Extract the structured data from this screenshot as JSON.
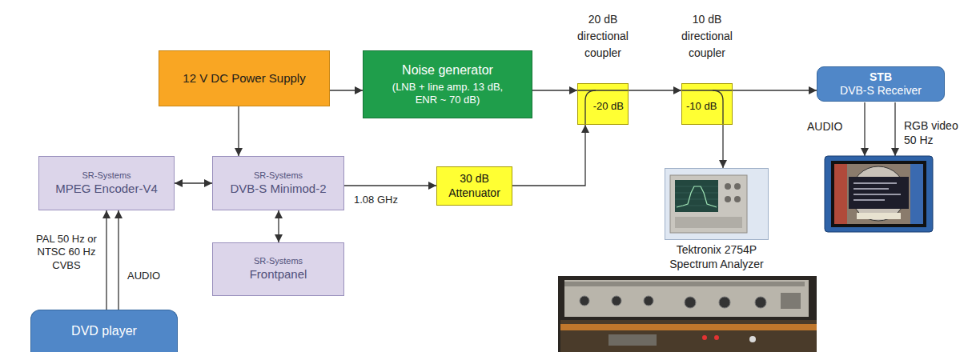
{
  "diagram": {
    "nodes": [
      {
        "text": [
          "12 V DC Power Supply"
        ]
      },
      {
        "text": [
          "Noise generator",
          "(LNB + line amp. 13 dB, ENR ~ 70 dB)"
        ]
      },
      {
        "text": [
          "20 dB directional coupler",
          "-20 dB"
        ]
      },
      {
        "text": [
          "10 dB directional coupler",
          "-10 dB"
        ]
      },
      {
        "text": [
          "STB",
          "DVB-S Receiver"
        ]
      },
      {
        "text": [
          "SR-Systems",
          "MPEG Encoder-V4"
        ]
      },
      {
        "text": [
          "SR-Systems",
          "DVB-S Minimod-2"
        ]
      },
      {
        "text": [
          "30 dB Attenuator"
        ]
      },
      {
        "text": [
          "Tektronix 2754P Spectrum Analyzer"
        ]
      },
      {
        "text": [
          "SR-Systems",
          "Frontpanel"
        ]
      },
      {
        "text": [
          "DVD player"
        ]
      }
    ],
    "edges": [
      {
        "from": 0,
        "to": 1,
        "arrow": "to"
      },
      {
        "from": 0,
        "to": 6,
        "arrow": "to"
      },
      {
        "from": 1,
        "to": 2,
        "arrow": "to"
      },
      {
        "from": 2,
        "to": 3,
        "arrow": "to"
      },
      {
        "from": 3,
        "to": 4,
        "arrow": "to"
      },
      {
        "from": 5,
        "to": 6,
        "arrow": "both"
      },
      {
        "from": 6,
        "to": 9,
        "arrow": "both"
      },
      {
        "from": 6,
        "to": 7,
        "label": "1.08 GHz",
        "arrow": "to"
      },
      {
        "from": 7,
        "to": 2,
        "arrow": "to"
      },
      {
        "from": 3,
        "to": 8,
        "arrow": "to"
      },
      {
        "from": 10,
        "to": 5,
        "label": "PAL 50 Hz or NTSC 60 Hz CVBS",
        "arrow": "to"
      },
      {
        "from": 10,
        "to": 5,
        "label": "AUDIO",
        "arrow": "to"
      }
    ],
    "labels": [
      "AUDIO",
      "RGB video 50 Hz"
    ]
  }
}
